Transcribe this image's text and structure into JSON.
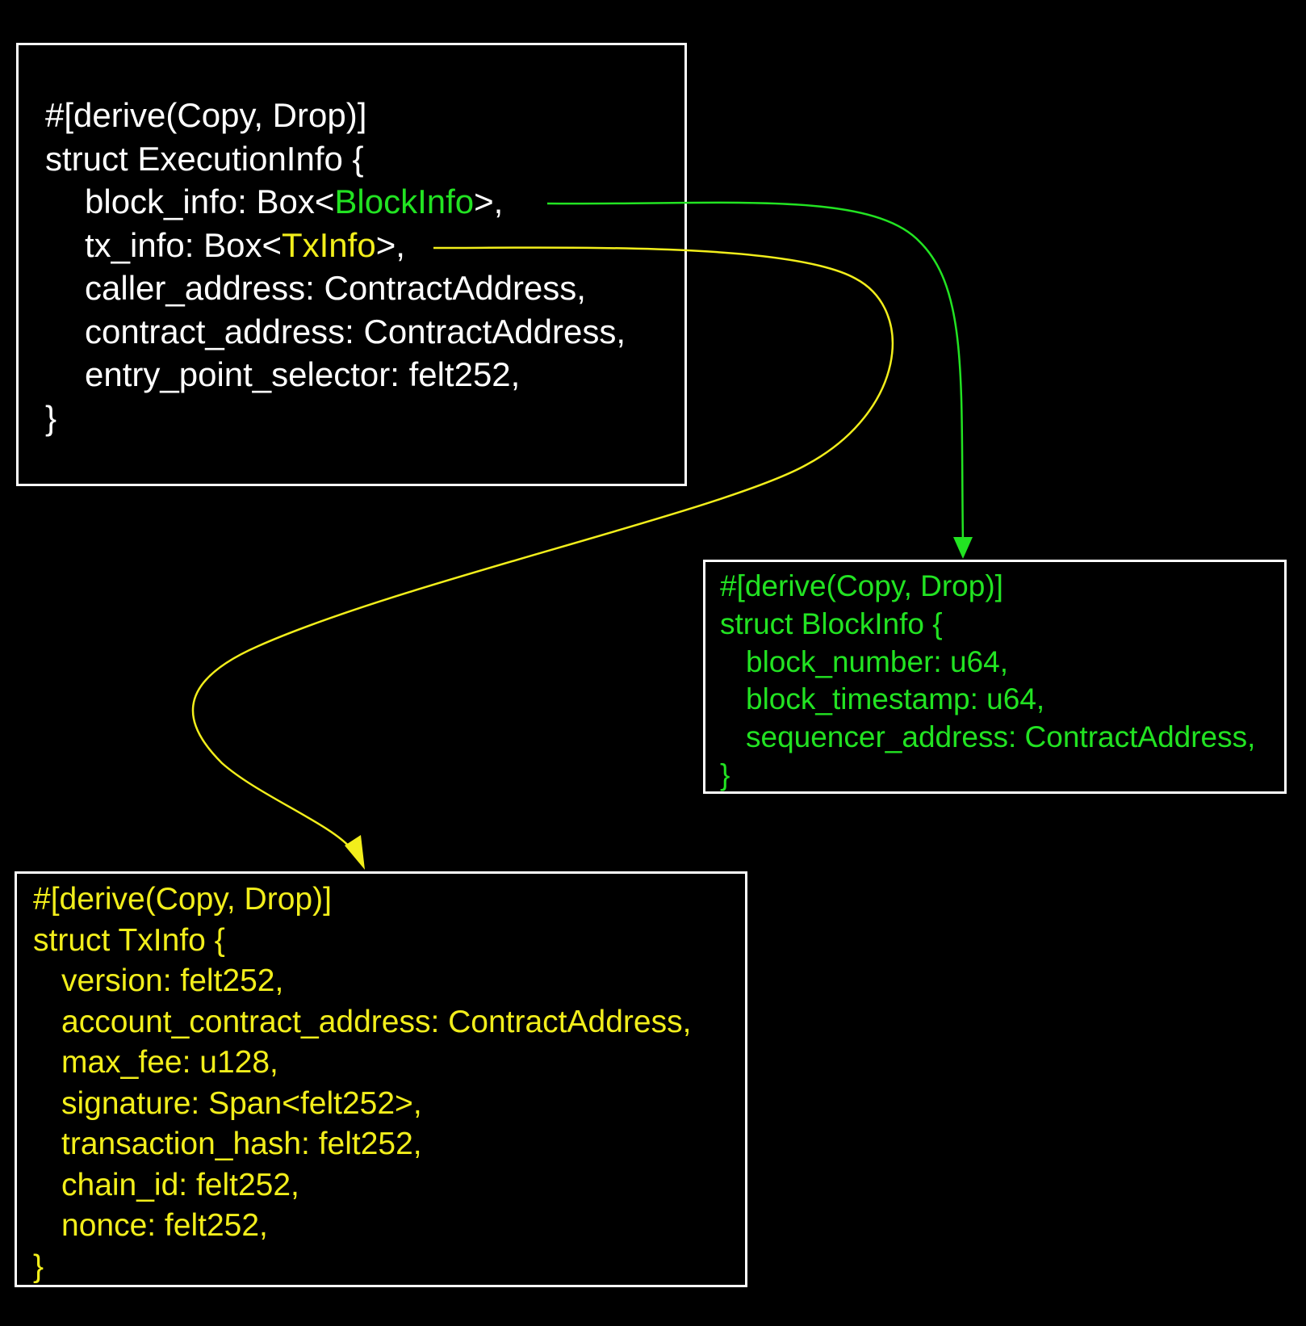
{
  "colors": {
    "background": "#000000",
    "border": "#ffffff",
    "execution_text": "#ffffff",
    "block_info": "#22e322",
    "tx_info": "#f2ee1b"
  },
  "execution_info": {
    "attribute": "#[derive(Copy, Drop)]",
    "header": "struct ExecutionInfo {",
    "block_info_prefix": "block_info: Box<",
    "block_info_type": "BlockInfo",
    "block_info_suffix": ">,",
    "tx_info_prefix": "tx_info: Box<",
    "tx_info_type": "TxInfo",
    "tx_info_suffix": ">,",
    "fields": [
      "caller_address: ContractAddress,",
      "contract_address: ContractAddress,",
      "entry_point_selector: felt252,"
    ],
    "close": "}"
  },
  "block_info": {
    "attribute": "#[derive(Copy, Drop)]",
    "header": "struct BlockInfo {",
    "fields": [
      "block_number: u64,",
      "block_timestamp: u64,",
      "sequencer_address: ContractAddress,"
    ],
    "close": "}"
  },
  "tx_info": {
    "attribute": "#[derive(Copy, Drop)]",
    "header": "struct TxInfo {",
    "fields": [
      "version: felt252,",
      "account_contract_address: ContractAddress,",
      "max_fee: u128,",
      "signature: Span<felt252>,",
      "transaction_hash: felt252,",
      "chain_id: felt252,",
      "nonce: felt252,"
    ],
    "close": "}"
  }
}
